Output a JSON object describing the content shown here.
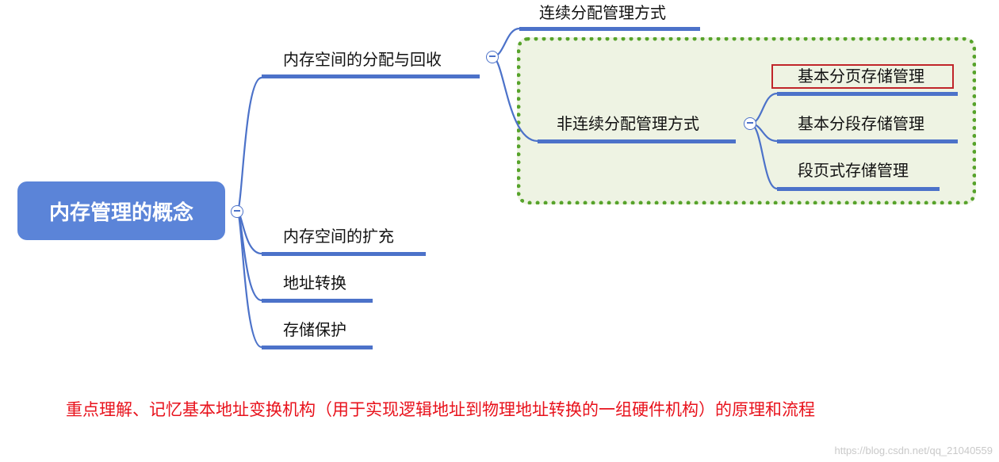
{
  "mindmap": {
    "root": "内存管理的概念",
    "branches": [
      {
        "label": "内存空间的分配与回收",
        "children": [
          {
            "label": "连续分配管理方式"
          },
          {
            "label": "非连续分配管理方式",
            "children": [
              {
                "label": "基本分页存储管理",
                "highlighted": true
              },
              {
                "label": "基本分段存储管理"
              },
              {
                "label": "段页式存储管理"
              }
            ]
          }
        ]
      },
      {
        "label": "内存空间的扩充"
      },
      {
        "label": "地址转换"
      },
      {
        "label": "存储保护"
      }
    ]
  },
  "note": "重点理解、记忆基本地址变换机构（用于实现逻辑地址到物理地址转换的一组硬件机构）的原理和流程",
  "watermark": "https://blog.csdn.net/qq_21040559",
  "colors": {
    "root_fill": "#5b84d8",
    "branch_line": "#4c72c9",
    "group_border": "#57a32b",
    "group_fill": "#eef3e3",
    "highlight_border": "#c0252a",
    "note_text": "#e8121c"
  }
}
